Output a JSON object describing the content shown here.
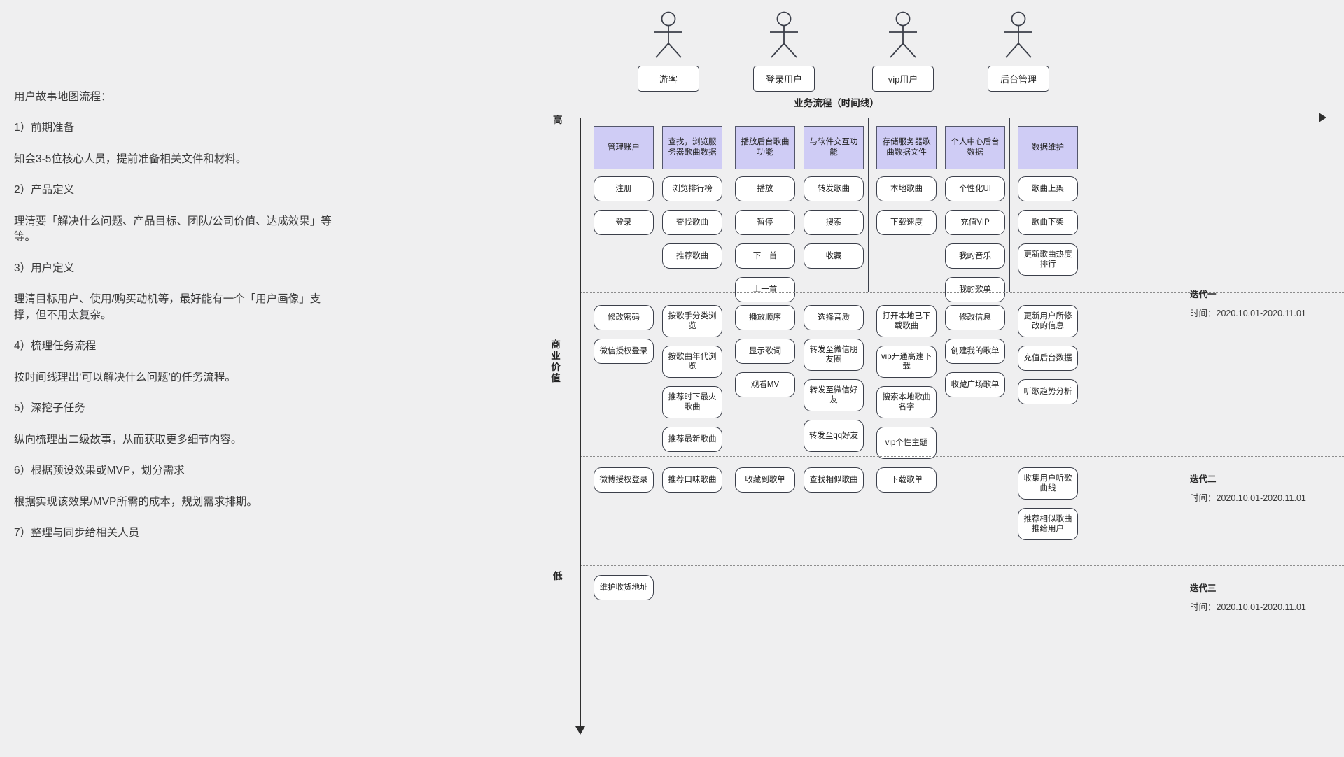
{
  "left_notes": [
    "用户故事地图流程：",
    "1）前期准备",
    "知会3-5位核心人员，提前准备相关文件和材料。",
    "2）产品定义",
    "理清要「解决什么问题、产品目标、团队/公司价值、达成效果」等等。",
    "3）用户定义",
    "理清目标用户、使用/购买动机等，最好能有一个「用户画像」支撑，但不用太复杂。",
    "4）梳理任务流程",
    "按时间线理出‘可以解决什么问题’的任务流程。",
    "5）深挖子任务",
    "纵向梳理出二级故事，从而获取更多细节内容。",
    "6）根据预设效果或MVP，划分需求",
    "根据实现该效果/MVP所需的成本，规划需求排期。",
    "7）整理与同步给相关人员"
  ],
  "actors": [
    {
      "label": "游客",
      "icon": "stick-figure-icon"
    },
    {
      "label": "登录用户",
      "icon": "stick-figure-icon"
    },
    {
      "label": "vip用户",
      "icon": "stick-figure-icon"
    },
    {
      "label": "后台管理",
      "icon": "stick-figure-icon"
    }
  ],
  "axis": {
    "timeline_title": "业务流程（时间线）",
    "high": "高",
    "low": "低",
    "value_label": "商业价值"
  },
  "colors": {
    "epic_fill": "#cfccf5",
    "epic_border": "#53566b",
    "story_border": "#3b3f4a",
    "background": "#efeff0"
  },
  "groups": [
    {
      "name": "游客",
      "columns": [
        {
          "epic": "管理账户",
          "band1": [
            "注册",
            "登录"
          ],
          "band2": [
            "修改密码",
            "微信授权登录"
          ],
          "band3": [
            "微博授权登录"
          ],
          "band4": [
            "维护收货地址"
          ]
        },
        {
          "epic": "查找，浏览服务器歌曲数据",
          "band1": [
            "浏览排行榜",
            "查找歌曲",
            "推荐歌曲"
          ],
          "band2": [
            "按歌手分类浏览",
            "按歌曲年代浏览",
            "推荐时下最火歌曲",
            "推荐最新歌曲"
          ],
          "band3": [
            "推荐口味歌曲"
          ],
          "band4": []
        }
      ]
    },
    {
      "name": "登录用户",
      "columns": [
        {
          "epic": "播放后台歌曲功能",
          "band1": [
            "播放",
            "暂停",
            "下一首",
            "上一首"
          ],
          "band2": [
            "播放顺序",
            "显示歌词",
            "观看MV"
          ],
          "band3": [
            "收藏到歌单"
          ],
          "band4": []
        },
        {
          "epic": "与软件交互功能",
          "band1": [
            "转发歌曲",
            "搜索",
            "收藏"
          ],
          "band2": [
            "选择音质",
            "转发至微信朋友圈",
            "转发至微信好友",
            "转发至qq好友"
          ],
          "band3": [
            "查找相似歌曲"
          ],
          "band4": []
        }
      ]
    },
    {
      "name": "vip用户",
      "columns": [
        {
          "epic": "存储服务器歌曲数据文件",
          "band1": [
            "本地歌曲",
            "下载速度"
          ],
          "band2": [
            "打开本地已下载歌曲",
            "vip开通高速下载",
            "搜索本地歌曲名字",
            "vip个性主题"
          ],
          "band3": [
            "下载歌单"
          ],
          "band4": []
        },
        {
          "epic": "个人中心后台数据",
          "band1": [
            "个性化UI",
            "充值VIP",
            "我的音乐",
            "我的歌单"
          ],
          "band2": [
            "修改信息",
            "创建我的歌单",
            "收藏广场歌单"
          ],
          "band3": [],
          "band4": []
        }
      ]
    },
    {
      "name": "后台管理",
      "columns": [
        {
          "epic": "数据维护",
          "band1": [
            "歌曲上架",
            "歌曲下架",
            "更新歌曲热度排行"
          ],
          "band2": [
            "更新用户所修改的信息",
            "充值后台数据",
            "听歌趋势分析"
          ],
          "band3": [
            "收集用户听歌曲线",
            "推荐相似歌曲推给用户"
          ],
          "band4": []
        }
      ]
    }
  ],
  "iterations": [
    {
      "name": "迭代一",
      "time": "时间：2020.10.01-2020.11.01"
    },
    {
      "name": "迭代二",
      "time": "时间：2020.10.01-2020.11.01"
    },
    {
      "name": "迭代三",
      "time": "时间：2020.10.01-2020.11.01"
    }
  ]
}
